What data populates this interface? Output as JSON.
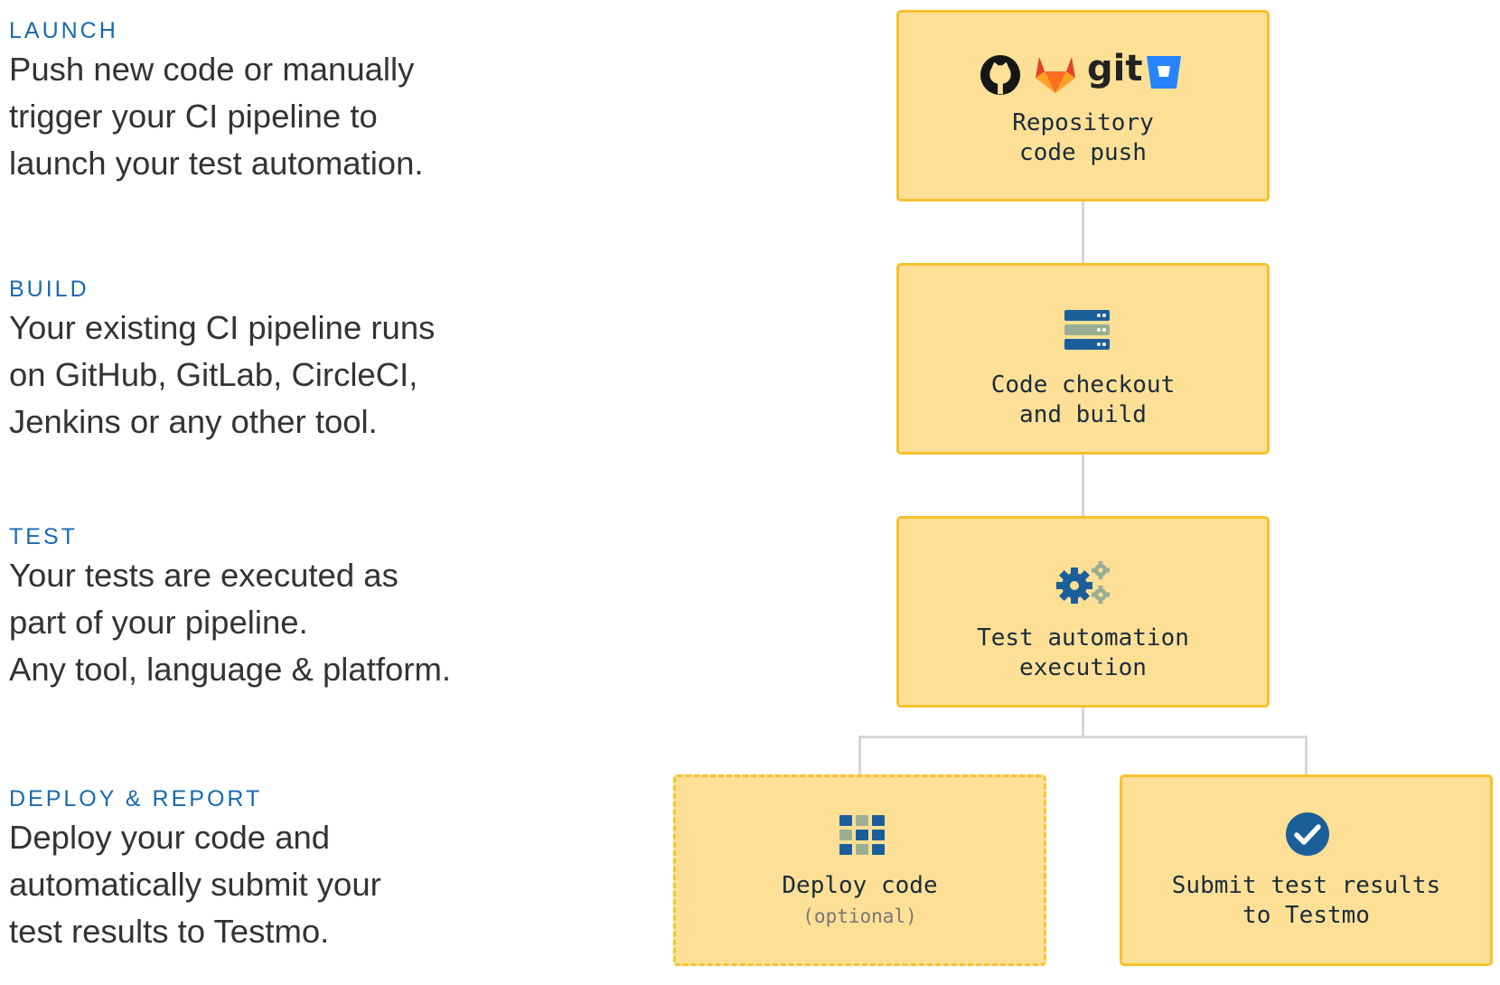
{
  "sections": [
    {
      "title": "LAUNCH",
      "lines": [
        "Push new code or manually",
        "trigger your CI pipeline to",
        "launch your test automation."
      ]
    },
    {
      "title": "BUILD",
      "lines": [
        "Your existing CI pipeline runs",
        "on GitHub, GitLab, CircleCI,",
        "Jenkins or any other tool."
      ]
    },
    {
      "title": "TEST",
      "lines": [
        "Your tests are executed as",
        "part of your pipeline.",
        "Any tool, language & platform."
      ]
    },
    {
      "title": "DEPLOY & REPORT",
      "lines": [
        "Deploy your code and",
        "automatically submit your",
        "test results to Testmo."
      ]
    }
  ],
  "boxes": {
    "repo": {
      "lines": [
        "Repository",
        "code push"
      ],
      "git_text": "git"
    },
    "build": {
      "lines": [
        "Code checkout",
        "and build"
      ]
    },
    "test": {
      "lines": [
        "Test automation",
        "execution"
      ]
    },
    "deploy": {
      "lines": [
        "Deploy code"
      ],
      "sub": "(optional)"
    },
    "submit": {
      "lines": [
        "Submit test results",
        "to Testmo"
      ]
    }
  },
  "icons": {
    "repo": [
      "github-icon",
      "gitlab-icon",
      "git-icon",
      "bitbucket-icon"
    ],
    "build": "server-stack-icon",
    "test": "gears-icon",
    "deploy": "grid-blocks-icon",
    "submit": "check-circle-icon"
  },
  "colors": {
    "section_title": "#1769b0",
    "box_fill": "#fde096",
    "box_border": "#f6c12f",
    "connector": "#d6d6d6",
    "icon_blue": "#1a5f9a",
    "icon_sage": "#9aae93"
  }
}
